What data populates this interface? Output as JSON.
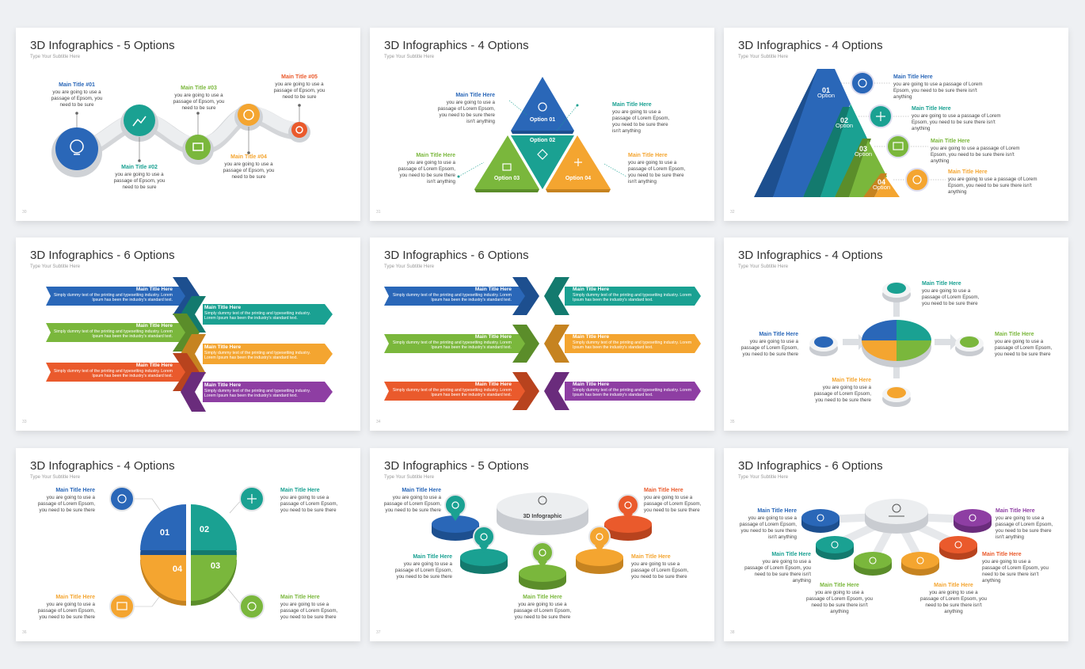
{
  "palette": {
    "blue": "#2a67b8",
    "teal": "#1aa192",
    "green": "#7ab73c",
    "orange": "#f4a530",
    "red": "#ea5a2c",
    "purple": "#8e3ea3"
  },
  "slides": [
    {
      "title": "3D Infographics  - 5 Options",
      "subtitle": "Type Your Subtitle Here",
      "number": "30",
      "items": [
        {
          "title": "Main Title #01",
          "text": "you are going to use a passage of Epsom, you need to be sure"
        },
        {
          "title": "Main Title #02",
          "text": "you are going to use a passage of Epsom, you need to be sure"
        },
        {
          "title": "Main Title #03",
          "text": "you are going to use a passage of Epsom, you need to be sure"
        },
        {
          "title": "Main Title #04",
          "text": "you are going to use a passage of Epsom, you need to be sure"
        },
        {
          "title": "Main Title #05",
          "text": "you are going to use a passage of Epsom, you need to be sure"
        }
      ]
    },
    {
      "title": "3D Infographics  - 4 Options",
      "subtitle": "Type Your Subtitle Here",
      "number": "31",
      "options": [
        "Option 01",
        "Option 02",
        "Option 03",
        "Option 04"
      ],
      "items": [
        {
          "title": "Main Title Here",
          "text": "you are going to use a passage of Lorem Epsom, you need to be sure there isn't anything"
        },
        {
          "title": "Main Title Here",
          "text": "you are going to use a passage of Lorem Epsom, you need to be sure there isn't anything"
        },
        {
          "title": "Main Title Here",
          "text": "you are going to use a passage of Lorem Epsom, you need to be sure there isn't anything"
        },
        {
          "title": "Main Title Here",
          "text": "you are going to use a passage of Lorem Epsom, you need to be sure there isn't anything"
        }
      ]
    },
    {
      "title": "3D Infographics  - 4 Options",
      "subtitle": "Type Your Subtitle Here",
      "number": "32",
      "levels": [
        {
          "num": "01",
          "label": "Option"
        },
        {
          "num": "02",
          "label": "Option"
        },
        {
          "num": "03",
          "label": "Option"
        },
        {
          "num": "04",
          "label": "Option"
        }
      ],
      "items": [
        {
          "title": "Main Title Here",
          "text": "you are going to use a passage of Lorem Epsom, you need to be sure there isn't anything"
        },
        {
          "title": "Main Title Here",
          "text": "you are going to use a passage of Lorem Epsom, you need to be sure there isn't anything"
        },
        {
          "title": "Main Title Here",
          "text": "you are going to use a passage of Lorem Epsom, you need to be sure there isn't anything"
        },
        {
          "title": "Main Title Here",
          "text": "you are going to use a passage of Lorem Epsom, you need to be sure there isn't anything"
        }
      ]
    },
    {
      "title": "3D Infographics  - 6 Options",
      "subtitle": "Type Your Subtitle Here",
      "number": "33",
      "items": [
        {
          "title": "Main Title Here",
          "text": "Simply dummy text of the printing and typesetting industry. Lorem Ipsum has been the industry's standard text."
        },
        {
          "title": "Main Title Here",
          "text": "Simply dummy text of the printing and typesetting industry. Lorem Ipsum has been the industry's standard text."
        },
        {
          "title": "Main Title Here",
          "text": "Simply dummy text of the printing and typesetting industry. Lorem Ipsum has been the industry's standard text."
        },
        {
          "title": "Main Title Here",
          "text": "Simply dummy text of the printing and typesetting industry. Lorem Ipsum has been the industry's standard text."
        },
        {
          "title": "Main Title Here",
          "text": "Simply dummy text of the printing and typesetting industry. Lorem Ipsum has been the industry's standard text."
        },
        {
          "title": "Main Title Here",
          "text": "Simply dummy text of the printing and typesetting industry. Lorem Ipsum has been the industry's standard text."
        }
      ]
    },
    {
      "title": "3D Infographics  - 6 Options",
      "subtitle": "Type Your Subtitle Here",
      "number": "34",
      "items": [
        {
          "title": "Main Title Here",
          "text": "Simply dummy text of the printing and typesetting industry. Lorem Ipsum has been the industry's standard text."
        },
        {
          "title": "Main Title Here",
          "text": "Simply dummy text of the printing and typesetting industry. Lorem Ipsum has been the industry's standard text."
        },
        {
          "title": "Main Title Here",
          "text": "Simply dummy text of the printing and typesetting industry. Lorem Ipsum has been the industry's standard text."
        },
        {
          "title": "Main Title Here",
          "text": "Simply dummy text of the printing and typesetting industry. Lorem Ipsum has been the industry's standard text."
        },
        {
          "title": "Main Title Here",
          "text": "Simply dummy text of the printing and typesetting industry. Lorem Ipsum has been the industry's standard text."
        },
        {
          "title": "Main Title Here",
          "text": "Simply dummy text of the printing and typesetting industry. Lorem Ipsum has been the industry's standard text."
        }
      ]
    },
    {
      "title": "3D Infographics  - 4 Options",
      "subtitle": "Type Your Subtitle Here",
      "number": "35",
      "items": [
        {
          "title": "Main Title Here",
          "text": "you are going to use a passage of Lorem Epsom, you need to be sure there"
        },
        {
          "title": "Main Title Here",
          "text": "you are going to use a passage of Lorem Epsom, you need to be sure there"
        },
        {
          "title": "Main Title Here",
          "text": "you are going to use a passage of Lorem Epsom, you need to be sure there"
        },
        {
          "title": "Main Title Here",
          "text": "you are going to use a passage of Lorem Epsom, you need to be sure there"
        }
      ]
    },
    {
      "title": "3D Infographics  - 4 Options",
      "subtitle": "Type Your Subtitle Here",
      "number": "36",
      "segments": [
        "01",
        "02",
        "03",
        "04"
      ],
      "items": [
        {
          "title": "Main Title Here",
          "text": "you are going to use a passage of Lorem Epsom, you need to be sure there"
        },
        {
          "title": "Main Title Here",
          "text": "you are going to use a passage of Lorem Epsom, you need to be sure there"
        },
        {
          "title": "Main Title Here",
          "text": "you are going to use a passage of Lorem Epsom, you need to be sure there"
        },
        {
          "title": "Main Title Here",
          "text": "you are going to use a passage of Lorem Epsom, you need to be sure there"
        }
      ]
    },
    {
      "title": "3D Infographics  - 5 Options",
      "subtitle": "Type Your Subtitle Here",
      "number": "37",
      "center": "3D Infographic",
      "items": [
        {
          "title": "Main Title Here",
          "text": "you are going to use a passage of Lorem Epsom, you need to be sure there"
        },
        {
          "title": "Main Title Here",
          "text": "you are going to use a passage of Lorem Epsom, you need to be sure there"
        },
        {
          "title": "Main Title Here",
          "text": "you are going to use a passage of Lorem Epsom, you need to be sure there"
        },
        {
          "title": "Main Title Here",
          "text": "you are going to use a passage of Lorem Epsom, you need to be sure there"
        },
        {
          "title": "Main Title Here",
          "text": "you are going to use a passage of Lorem Epsom, you need to be sure there"
        }
      ]
    },
    {
      "title": "3D Infographics  - 6 Options",
      "subtitle": "Type Your Subtitle Here",
      "number": "38",
      "items": [
        {
          "title": "Main Title Here",
          "text": "you are going to use a passage of Lorem Epsom, you need to be sure there isn't anything"
        },
        {
          "title": "Main Title Here",
          "text": "you are going to use a passage of Lorem Epsom, you need to be sure there isn't anything"
        },
        {
          "title": "Main Title Here",
          "text": "you are going to use a passage of Lorem Epsom, you need to be sure there isn't anything"
        },
        {
          "title": "Main Title Here",
          "text": "you are going to use a passage of Lorem Epsom, you need to be sure there isn't anything"
        },
        {
          "title": "Main Title Here",
          "text": "you are going to use a passage of Lorem Epsom, you need to be sure there isn't anything"
        },
        {
          "title": "Main Title Here",
          "text": "you are going to use a passage of Lorem Epsom, you need to be sure there isn't anything"
        }
      ]
    }
  ]
}
